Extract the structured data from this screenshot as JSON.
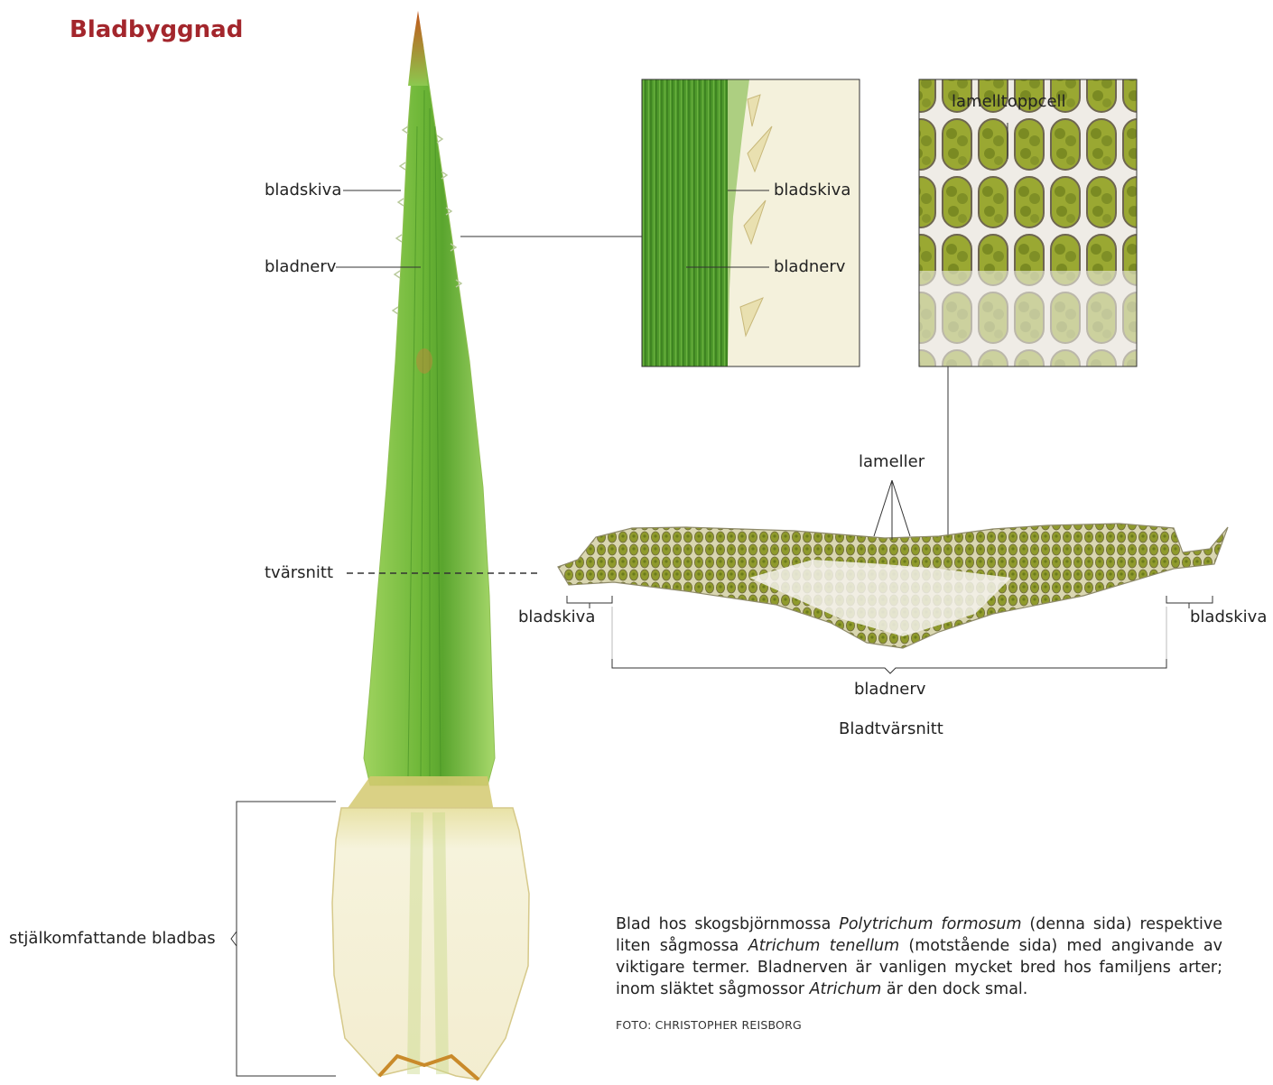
{
  "title": "Bladbyggnad",
  "labels": {
    "leaf_lamina": "bladskiva",
    "leaf_nerve": "bladnerv",
    "cross_section": "tvärsnitt",
    "sheathing_base": "stjälkomfattande bladbas",
    "inset_lamina": "bladskiva",
    "inset_nerve": "bladnerv",
    "lamella_top_cell": "lamelltoppcell",
    "lamellae": "lameller",
    "section_lamina_left": "bladskiva",
    "section_lamina_right": "bladskiva",
    "section_nerve": "bladnerv",
    "section_title": "Bladtvärsnitt"
  },
  "caption": {
    "p1": "Blad hos skogsbjörnmossa ",
    "p2": "Polytrichum formosum",
    "p3": " (denna sida) respektive liten sågmossa ",
    "p4": "Atrichum tenellum",
    "p5": " (motstående sida) med angivande av viktigare termer. Bladnerven är vanligen mycket bred hos familjens arter; inom släktet sågmossor ",
    "p6": "Atrichum",
    "p7": " är den dock smal."
  },
  "credit": "FOTO: CHRISTOPHER REISBORG",
  "colors": {
    "title": "#a3262c",
    "leaf_green": "#7cc142",
    "leaf_dark": "#4e9a2a",
    "base_pale": "#f4f0d8",
    "brown_tip": "#b5621d",
    "cell_green": "#8a9a2a"
  }
}
